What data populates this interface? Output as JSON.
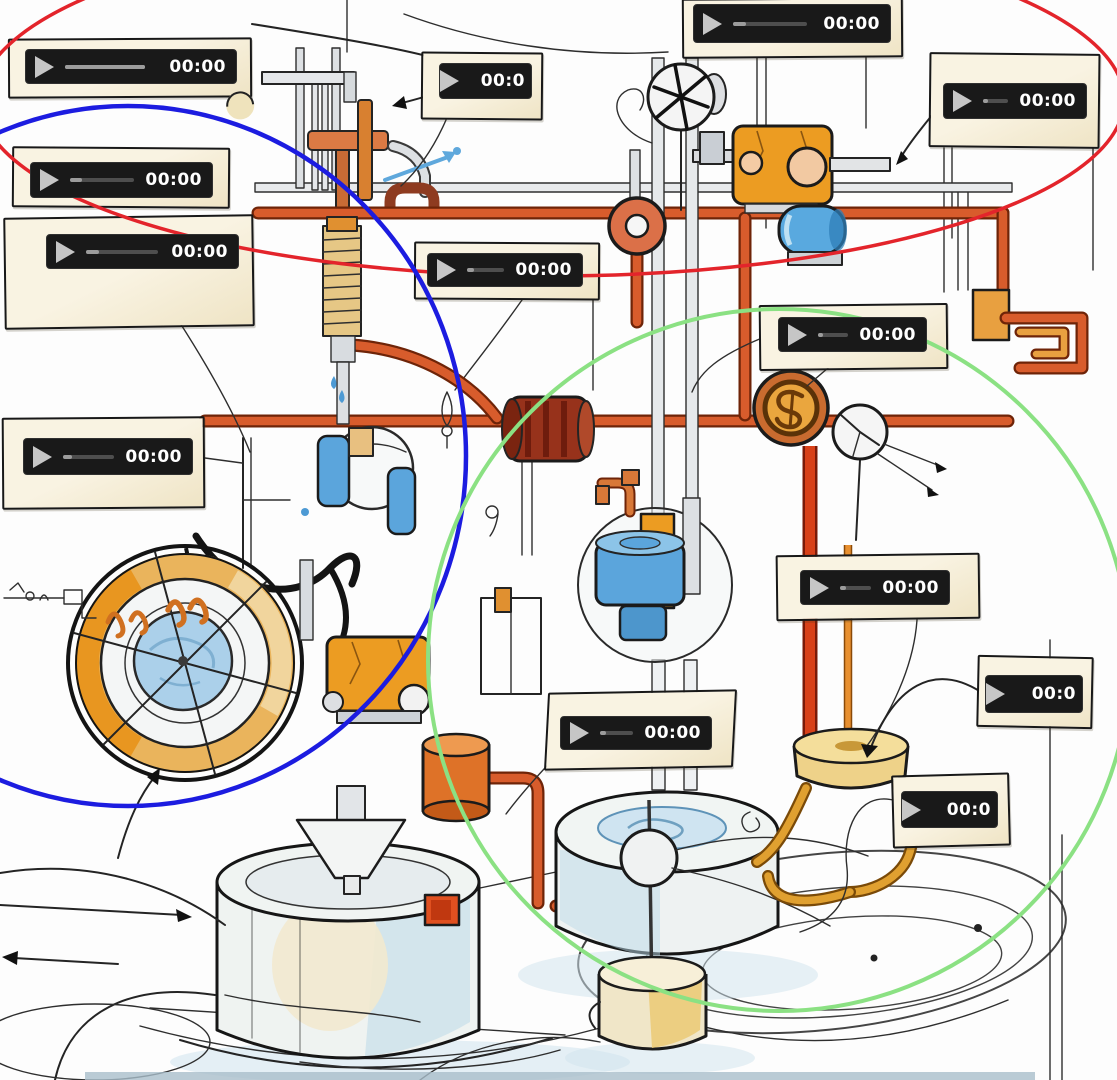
{
  "canvas": {
    "background": "#FDFDFD"
  },
  "audio": {
    "players": [
      {
        "id": 1,
        "time": "00:00"
      },
      {
        "id": 2,
        "time": "00:00"
      },
      {
        "id": 3,
        "time": "00:00"
      },
      {
        "id": 4,
        "time": "00:0"
      },
      {
        "id": 5,
        "time": "00:00"
      },
      {
        "id": 6,
        "time": "00:00"
      },
      {
        "id": 7,
        "time": "00:00"
      },
      {
        "id": 8,
        "time": "00:00"
      },
      {
        "id": 9,
        "time": "00:00"
      },
      {
        "id": 10,
        "time": "00:00"
      },
      {
        "id": 11,
        "time": "00:0"
      },
      {
        "id": 12,
        "time": "00:0"
      },
      {
        "id": 13,
        "time": "00:00"
      }
    ],
    "colors": {
      "bar_background": "#191919",
      "play_icon": "#C6C6C6",
      "progress_track": "#4E4E4E",
      "progress_played": "#9C9C9C",
      "time_text": "#FFFFFF",
      "note_paper": "#F6F0DC",
      "note_border": "#181818"
    }
  },
  "overlays": {
    "ellipses": [
      {
        "name": "red-ellipse",
        "color": "#E3242B"
      },
      {
        "name": "blue-ellipse",
        "color": "#1C1CE0"
      },
      {
        "name": "green-ellipse",
        "color": "#8BE183"
      }
    ]
  },
  "illustration": {
    "style": "hand-drawn contraption sketch",
    "palette": {
      "copper_pipe": "#D85C2C",
      "orange_machine": "#EC9C22",
      "gold_rim": "#EAB45C",
      "blue_cylinder": "#59A9DF",
      "sky_ball": "#ABD0EA",
      "maroon_cylinder": "#97321B",
      "drum_body": "#EFF3F1",
      "water_shade": "#BCD9E8",
      "bucket_cream": "#F0E6C8",
      "bowl_gold": "#EED289"
    },
    "elements": [
      "fan-wheel",
      "gearbox",
      "pulley-wheel",
      "blue-cylinder",
      "copper-bracket",
      "dollar-wheel",
      "gauge-dial",
      "mixer-bowl",
      "valve-sphere",
      "flywheel",
      "funnel",
      "drums",
      "yellow-bucket",
      "yellow-bowl",
      "pipe-network",
      "sketch-arrows"
    ]
  }
}
